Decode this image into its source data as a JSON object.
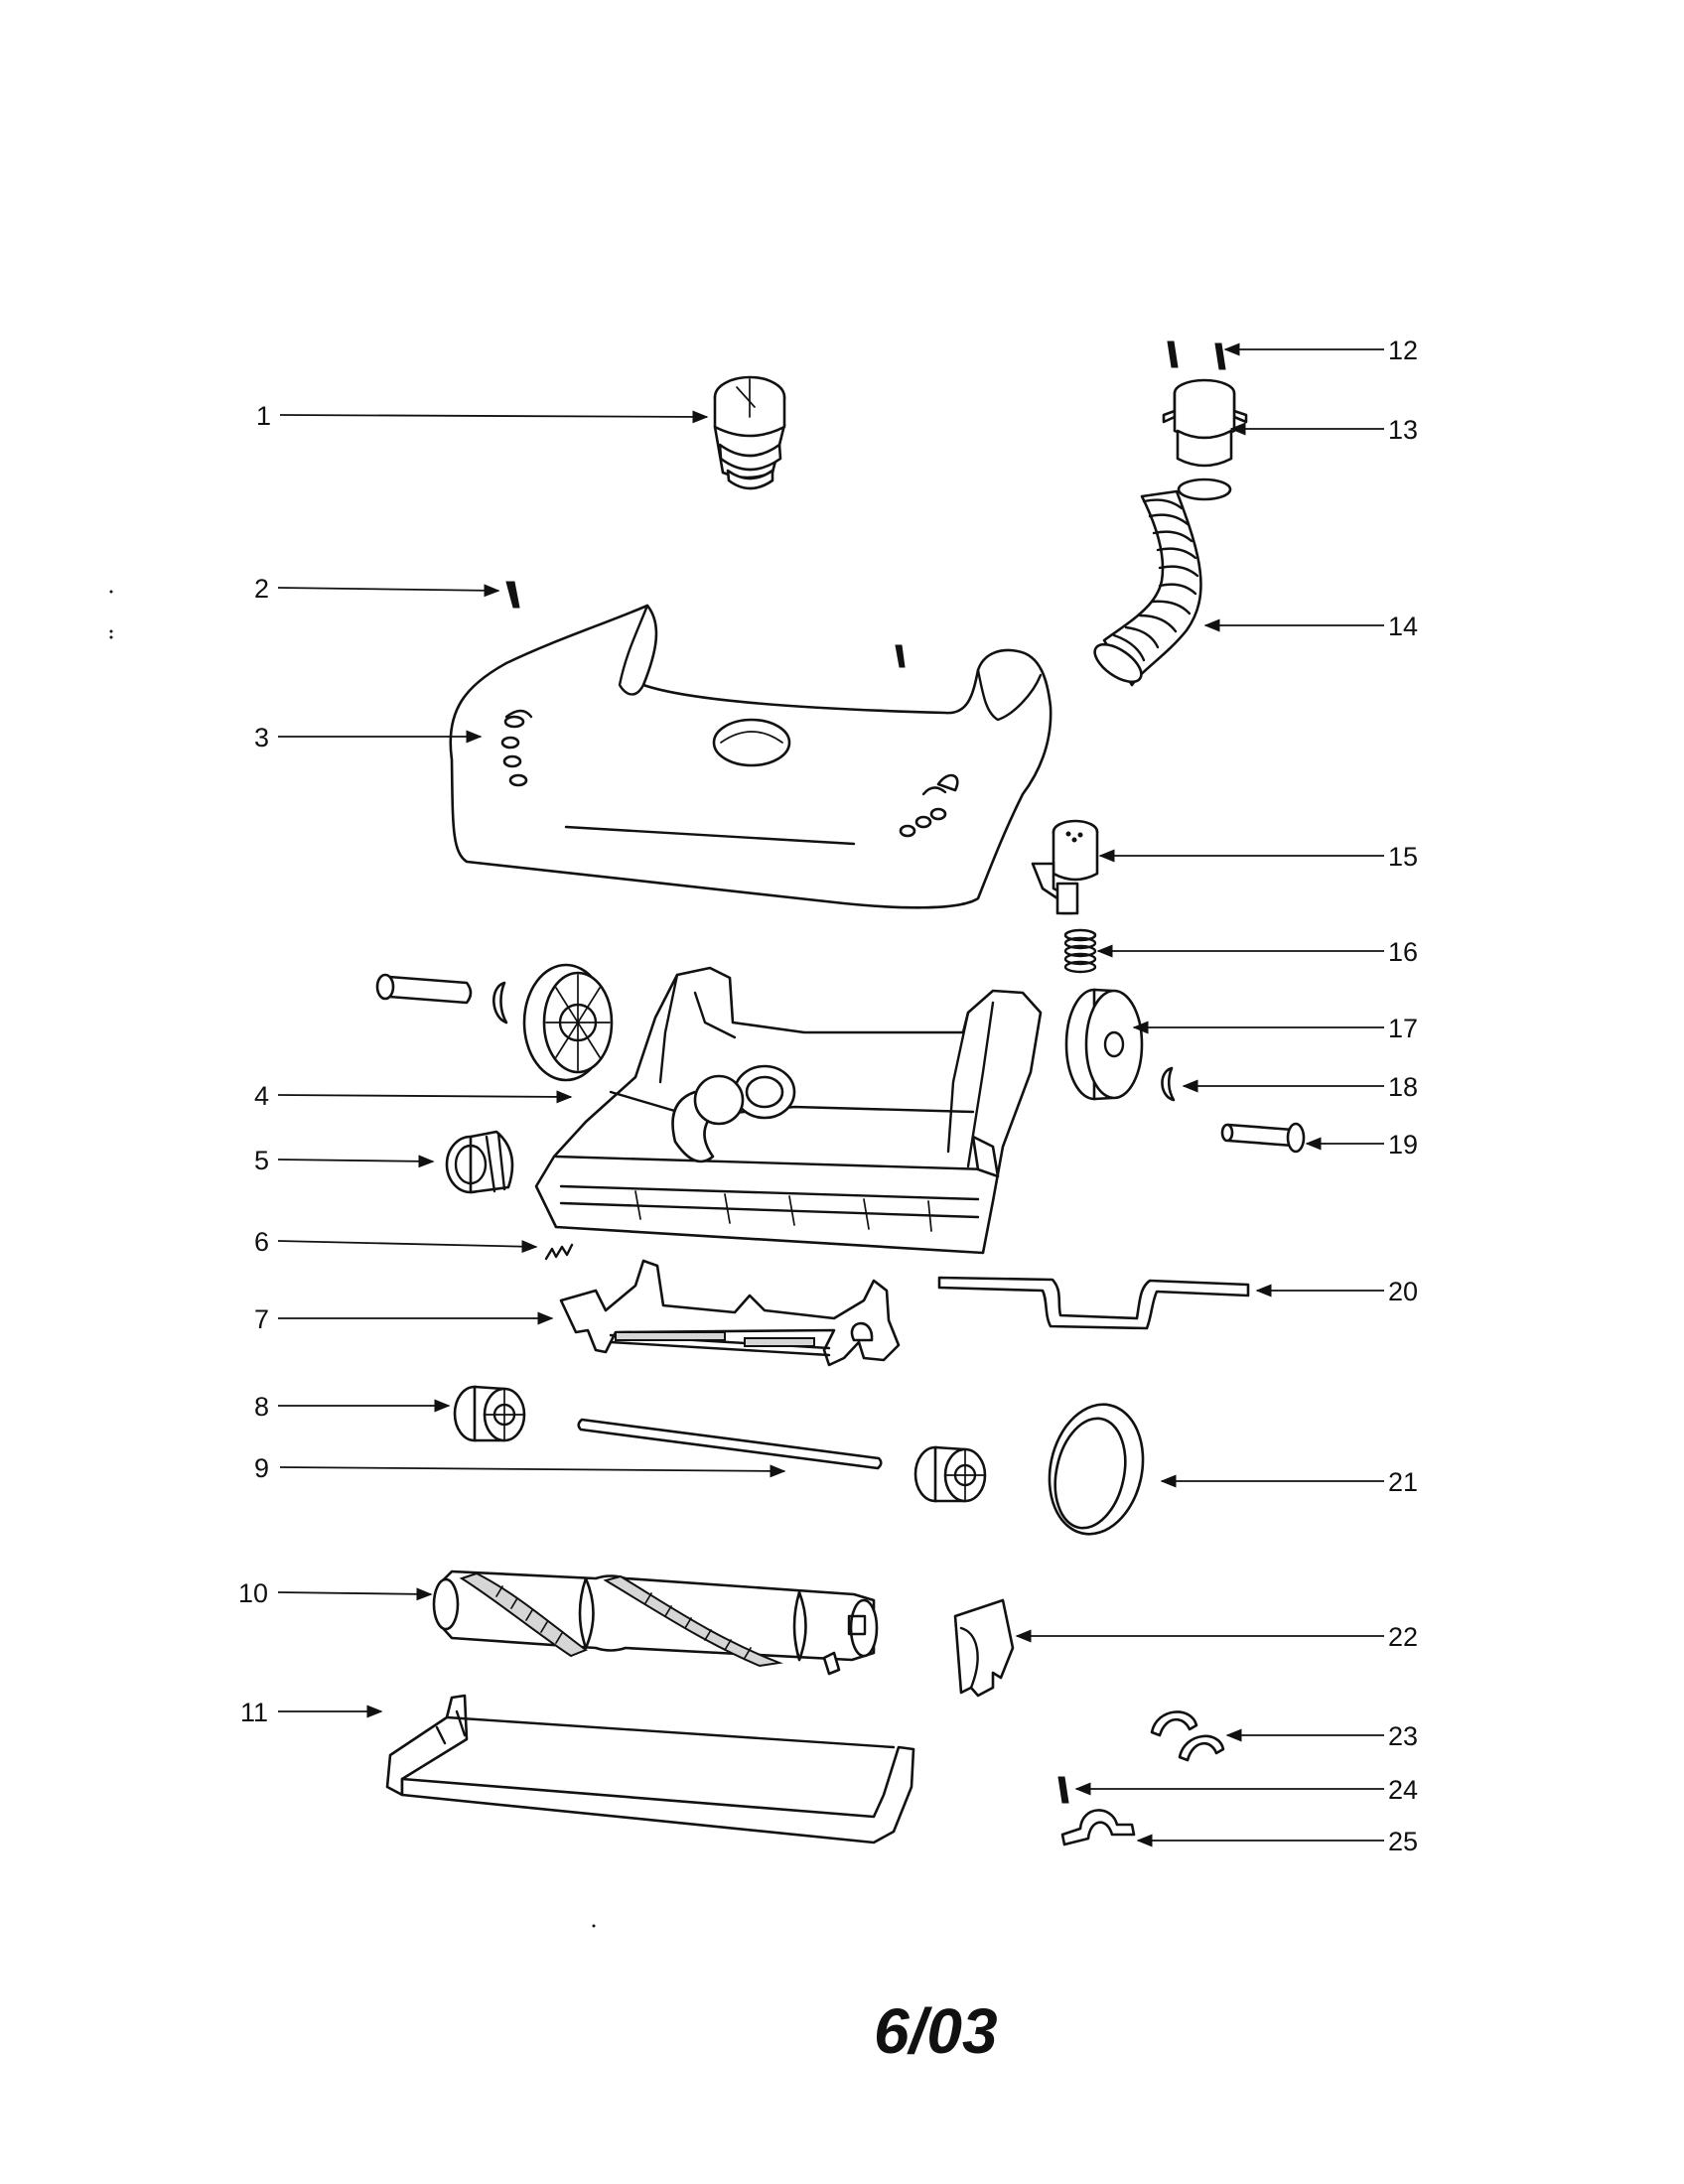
{
  "diagram": {
    "date_code": "6/03",
    "callouts": [
      {
        "id": "1",
        "label": "1"
      },
      {
        "id": "2",
        "label": "2"
      },
      {
        "id": "3",
        "label": "3"
      },
      {
        "id": "4",
        "label": "4"
      },
      {
        "id": "5",
        "label": "5"
      },
      {
        "id": "6",
        "label": "6"
      },
      {
        "id": "7",
        "label": "7"
      },
      {
        "id": "8",
        "label": "8"
      },
      {
        "id": "9",
        "label": "9"
      },
      {
        "id": "10",
        "label": "10"
      },
      {
        "id": "11",
        "label": "11"
      },
      {
        "id": "12",
        "label": "12"
      },
      {
        "id": "13",
        "label": "13"
      },
      {
        "id": "14",
        "label": "14"
      },
      {
        "id": "15",
        "label": "15"
      },
      {
        "id": "16",
        "label": "16"
      },
      {
        "id": "17",
        "label": "17"
      },
      {
        "id": "18",
        "label": "18"
      },
      {
        "id": "19",
        "label": "19"
      },
      {
        "id": "20",
        "label": "20"
      },
      {
        "id": "21",
        "label": "21"
      },
      {
        "id": "22",
        "label": "22"
      },
      {
        "id": "23",
        "label": "23"
      },
      {
        "id": "24",
        "label": "24"
      },
      {
        "id": "25",
        "label": "25"
      }
    ]
  }
}
